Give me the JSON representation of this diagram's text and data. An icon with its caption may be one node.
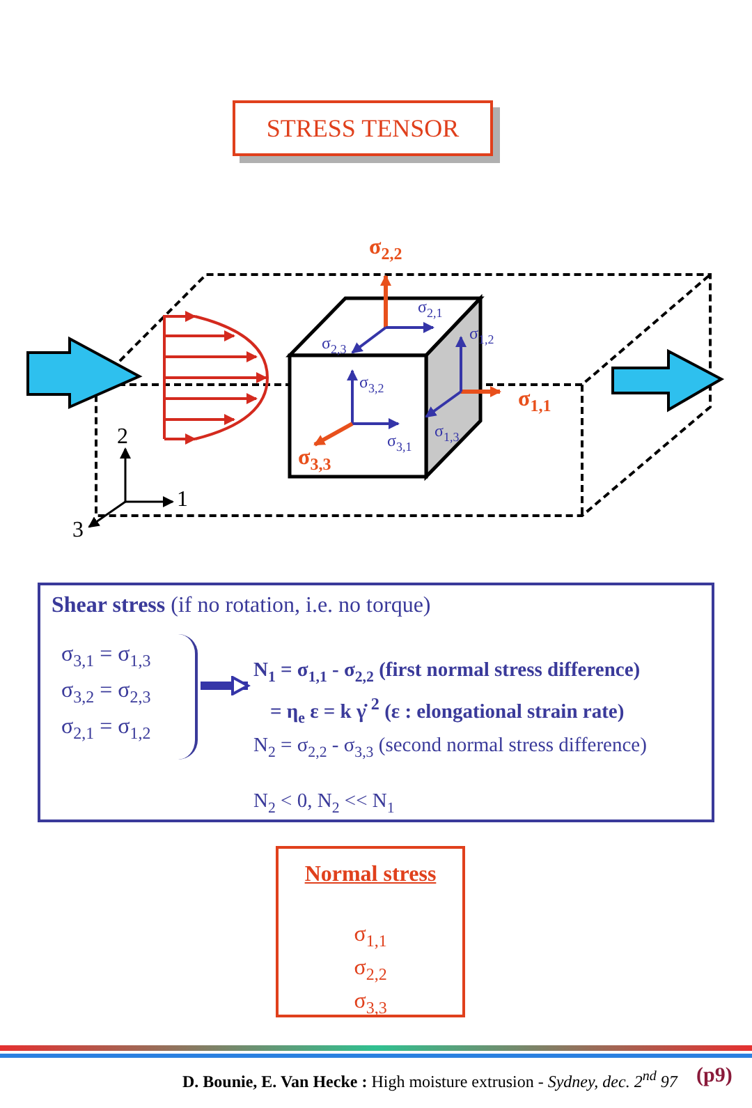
{
  "diagram": {
    "nodes": [
      {
        "text": [
          "STRESS TENSOR"
        ]
      },
      {
        "text": [
          "**Shear stress** (if no rotation, i.e. no torque)"
        ]
      },
      {
        "text": [
          "σ$_{3,1}$ = σ$_{1,3}$",
          "σ$_{3,2}$ = σ$_{2,3}$",
          "σ$_{2,1}$ = σ$_{1,2}$"
        ],
        "in": 1
      },
      {
        "text": [
          "N$_{1}$ = σ$_{1,1}$ - σ$_{2,2}$ (first normal stress difference)",
          "= η$_{e}$ ε = k γ̇ $^{2}$ (ε : elongational strain rate)"
        ],
        "in": 1
      },
      {
        "text": [
          "N$_{2}$ = σ$_{2,2}$ - σ$_{3,3}$ (second normal stress difference)"
        ],
        "in": 1
      },
      {
        "text": [
          "N$_{2}$ < 0, N$_{2}$ << N$_{1}$"
        ],
        "in": 1
      },
      {
        "text": [
          "Normal stress",
          "σ$_{1,1}$",
          "σ$_{2,2}$",
          "σ$_{3,3}$"
        ]
      }
    ],
    "edges": [
      {
        "from": 2,
        "to": 3,
        "arrow": "to"
      }
    ],
    "labels": [
      "σ$_{2,2}$",
      "σ$_{2,1}$",
      "σ$_{1,2}$",
      "σ$_{2,3}$",
      "σ$_{3,2}$",
      "σ$_{1,1}$",
      "2",
      "σ$_{3,1}$",
      "σ$_{1,3}$",
      "σ$_{3,3}$",
      "1",
      "3",
      "**D. Bounie, E. Van Hecke :** High moisture extrusion - *Sydney, dec. 2$^{nd}$ 97*",
      "(p9)"
    ]
  }
}
